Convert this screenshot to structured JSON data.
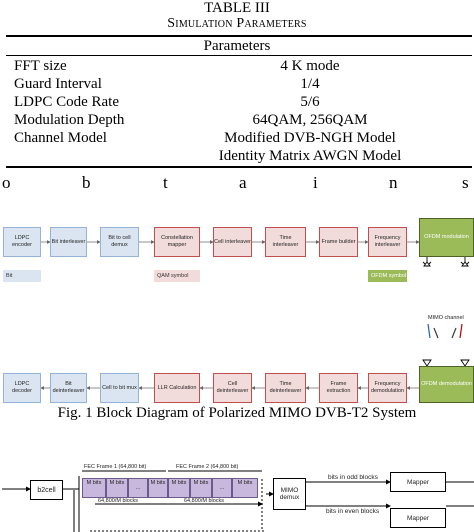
{
  "table": {
    "title": "TABLE III",
    "subtitle": "Simulation Parameters",
    "header": "Parameters",
    "rows": [
      {
        "key": "FFT size",
        "value": "4 K mode"
      },
      {
        "key": "Guard Interval",
        "value": "1/4"
      },
      {
        "key": "LDPC Code Rate",
        "value": "5/6"
      },
      {
        "key": "Modulation Depth",
        "value": "64QAM, 256QAM"
      },
      {
        "key": "Channel Model",
        "value": "Modified DVB-NGH Model"
      },
      {
        "key": "",
        "value": "Identity Matrix AWGN Model"
      }
    ]
  },
  "stray_letters": [
    "o",
    "b",
    "t",
    "a",
    "i",
    "n",
    "s"
  ],
  "fig1": {
    "tx_blocks": [
      "LDPC encoder",
      "Bit interleaver",
      "Bit to cell demux",
      "Constellation mapper",
      "Cell interleaver",
      "Time interleaver",
      "Frame builder",
      "Frequency interleaver",
      "OFDM modulation"
    ],
    "rx_blocks": [
      "LDPC decoder",
      "Bit deinterleaver",
      "Cell to bit mux",
      "LLR Calculation",
      "Cell deinterleaver",
      "Time deinterleaver",
      "Frame extraction",
      "Frequency demodulation",
      "OFDM demodulation"
    ],
    "legend": {
      "bit": "Bit",
      "qam": "QAM symbol",
      "ofdm": "OFDM symbol"
    },
    "channel_label": "MIMO channel",
    "caption": "Fig. 1 Block Diagram of Polarized MIMO DVB-T2 System",
    "colors": {
      "bit": "#dbe5f1",
      "qam": "#f2dcdb",
      "ofdm": "#9bbb59"
    }
  },
  "fig2": {
    "b2cell": "b2cell",
    "fec1": "FEC Frame 1 (64,800 bit)",
    "fec2": "FEC Frame 2 (64,800 bit)",
    "mbits": "M bits",
    "dots": "...",
    "blocks": "64,800/M blocks",
    "mimo": "MIMO demux",
    "odd": "bits in odd blocks",
    "even": "bits in even blocks",
    "mapper": "Mapper"
  }
}
